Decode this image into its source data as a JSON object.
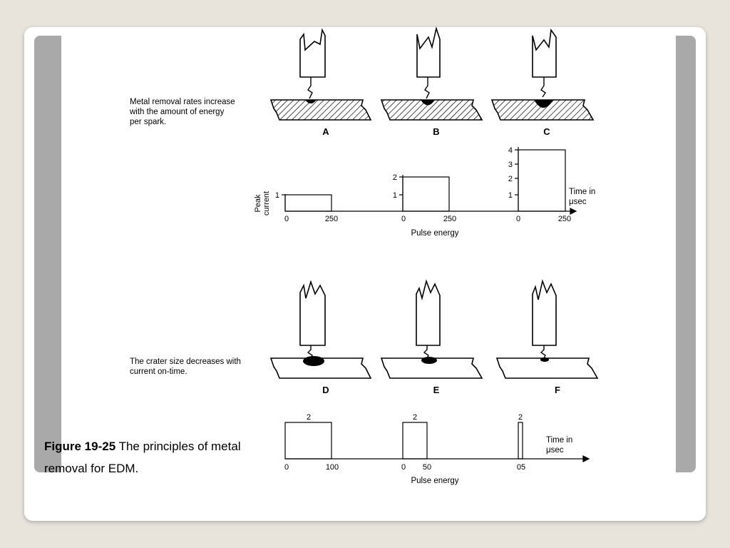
{
  "figure": {
    "top_note": "Metal removal rates increase with the amount of energy per spark.",
    "top_note_lines": [
      "Metal removal rates increase",
      "with the amount of energy",
      "per spark."
    ],
    "bottom_note_lines": [
      "The crater size decreases with",
      "current on-time."
    ],
    "panel_labels_top": [
      "A",
      "B",
      "C"
    ],
    "panel_labels_bottom": [
      "D",
      "E",
      "F"
    ],
    "y_axis_label_lines": [
      "Peak",
      "current"
    ],
    "time_label_lines": [
      "Time in",
      "μsec"
    ],
    "x_axis_title": "Pulse energy",
    "top_plots": [
      {
        "x_ticks": [
          "0",
          "250"
        ],
        "y_ticks": [
          "1"
        ],
        "peak": 1
      },
      {
        "x_ticks": [
          "0",
          "250"
        ],
        "y_ticks": [
          "1",
          "2"
        ],
        "peak": 2
      },
      {
        "x_ticks": [
          "0",
          "250"
        ],
        "y_ticks": [
          "1",
          "2",
          "3",
          "4"
        ],
        "peak": 4
      }
    ],
    "bottom_plots": [
      {
        "x_ticks": [
          "0",
          "100"
        ],
        "peak_label": "2"
      },
      {
        "x_ticks": [
          "0",
          "50"
        ],
        "peak_label": "2"
      },
      {
        "x_ticks": [
          "05"
        ],
        "peak_label": "2"
      }
    ]
  },
  "caption": {
    "bold": "Figure 19-25",
    "text": " The principles of metal removal for EDM."
  }
}
